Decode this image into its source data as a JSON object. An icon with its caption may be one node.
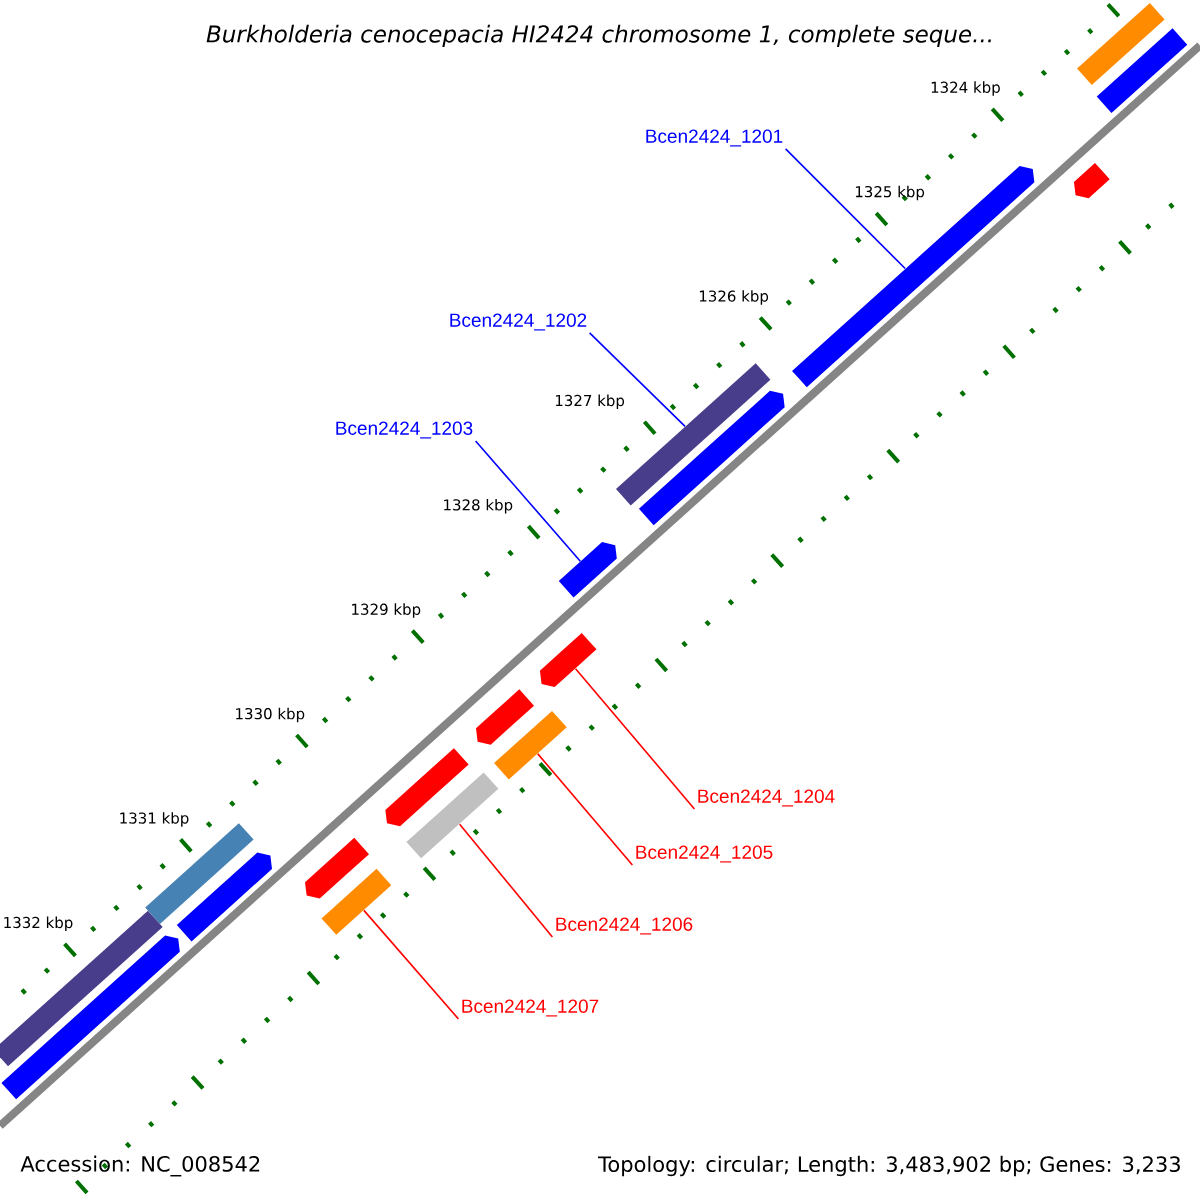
{
  "diagram": {
    "title": "Burkholderia cenocepacia HI2424 chromosome 1, complete seque...",
    "nodes": [
      {
        "text": [
          "Bcen2424_1201"
        ]
      },
      {
        "text": [
          "Bcen2424_1202"
        ]
      },
      {
        "text": [
          "Bcen2424_1203"
        ]
      },
      {
        "text": [
          "Bcen2424_1204"
        ]
      },
      {
        "text": [
          "Bcen2424_1205"
        ]
      },
      {
        "text": [
          "Bcen2424_1206"
        ]
      },
      {
        "text": [
          "Bcen2424_1207"
        ]
      },
      {
        "text": [],
        "shape": "bar"
      },
      {
        "text": [],
        "shape": "bar"
      },
      {
        "text": [],
        "shape": "bar"
      },
      {
        "text": [],
        "shape": "bar"
      },
      {
        "text": [],
        "shape": "bar"
      },
      {
        "text": [],
        "shape": "bar"
      },
      {
        "text": [],
        "shape": "bar"
      },
      {
        "text": [],
        "shape": "bar"
      },
      {
        "text": [],
        "shape": "bar"
      },
      {
        "text": [],
        "shape": "bar"
      },
      {
        "text": [],
        "shape": "bar"
      },
      {
        "text": [],
        "shape": "bar"
      },
      {
        "text": [],
        "shape": "bar"
      },
      {
        "text": [],
        "shape": "bar"
      },
      {
        "text": [],
        "shape": "bar"
      },
      {
        "text": [],
        "shape": "bar"
      },
      {
        "text": [],
        "shape": "bar"
      },
      {
        "text": [],
        "shape": "bar"
      }
    ],
    "edges": [
      {
        "from": 0,
        "to": 10,
        "arrow": "none",
        "color": "#0000ff"
      },
      {
        "from": 1,
        "to": 11,
        "arrow": "none",
        "color": "#0000ff"
      },
      {
        "from": 2,
        "to": 13,
        "arrow": "none",
        "color": "#0000ff"
      },
      {
        "from": 3,
        "to": 14,
        "arrow": "none"
      },
      {
        "from": 4,
        "to": 16,
        "arrow": "none"
      },
      {
        "from": 5,
        "to": 18,
        "arrow": "none"
      },
      {
        "from": 6,
        "to": 20,
        "arrow": "none"
      }
    ],
    "labels": [
      "1324 kbp",
      "1325 kbp",
      "1326 kbp",
      "1327 kbp",
      "1328 kbp",
      "1329 kbp",
      "1330 kbp",
      "1331 kbp",
      "1332 kbp",
      "Accession: NC_008542",
      "Topology: circular; Length: 3,483,902 bp; Genes: 3,233"
    ]
  }
}
